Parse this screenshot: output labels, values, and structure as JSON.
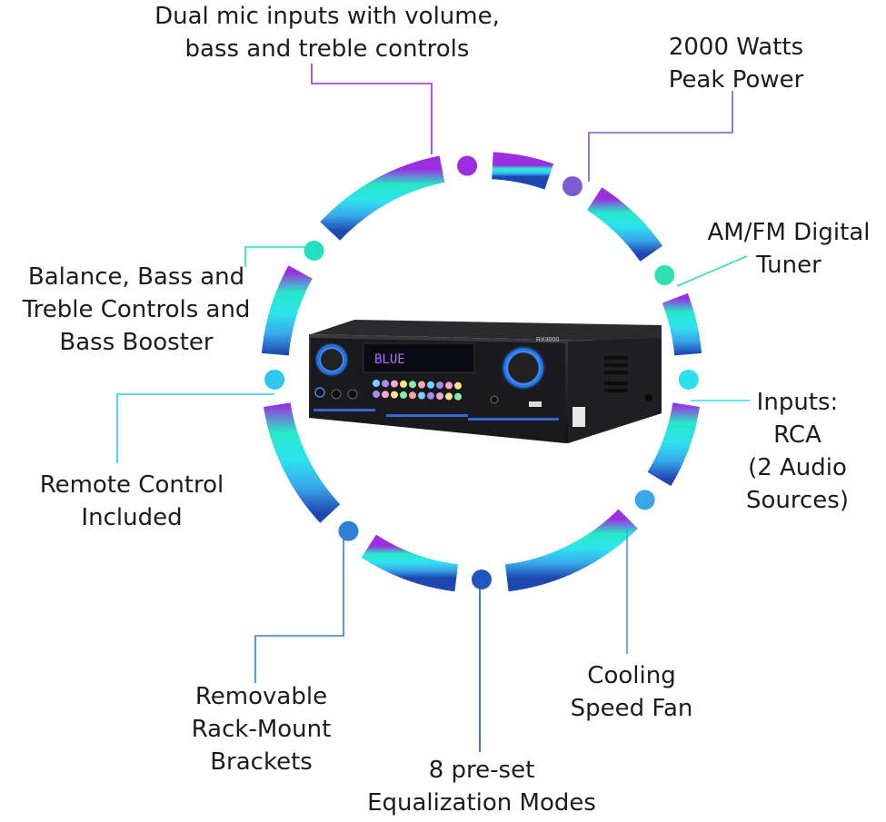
{
  "colors": {
    "ring_top": "#9b2fe0",
    "ring_upper_right": "#6a5acd",
    "ring_right": "#2de2e6",
    "ring_left": "#22e0c0",
    "ring_bottom": "#1f4fb5",
    "leader_line": "#555555",
    "device_body": "#1c1c1e"
  },
  "features": [
    {
      "id": "mic",
      "lines": [
        "Dual mic inputs with volume,",
        "bass and treble controls"
      ],
      "dot_color": "#9b2fe0"
    },
    {
      "id": "power",
      "lines": [
        "2000 Watts",
        "Peak Power"
      ],
      "dot_color": "#7a5cd0"
    },
    {
      "id": "tuner",
      "lines": [
        "AM/FM Digital",
        "Tuner"
      ],
      "dot_color": "#2fe0b0"
    },
    {
      "id": "inputs",
      "lines": [
        "Inputs:",
        "RCA",
        "(2 Audio",
        "Sources)"
      ],
      "dot_color": "#2ee0ec"
    },
    {
      "id": "fan",
      "lines": [
        "Cooling",
        "Speed Fan"
      ],
      "dot_color": "#3aa6ea"
    },
    {
      "id": "eq",
      "lines": [
        "8 pre-set",
        "Equalization Modes"
      ],
      "dot_color": "#2156c0"
    },
    {
      "id": "brackets",
      "lines": [
        "Removable",
        "Rack-Mount",
        "Brackets"
      ],
      "dot_color": "#2e7fd8"
    },
    {
      "id": "remote",
      "lines": [
        "Remote Control",
        "Included"
      ],
      "dot_color": "#2ec8ee"
    },
    {
      "id": "balance",
      "lines": [
        "Balance, Bass and",
        "Treble Controls and",
        "Bass Booster"
      ],
      "dot_color": "#24e0c0"
    }
  ],
  "device": {
    "model_text": "RX3000",
    "display_text": "BLUE",
    "brand_icon": "bluetooth-icon"
  }
}
